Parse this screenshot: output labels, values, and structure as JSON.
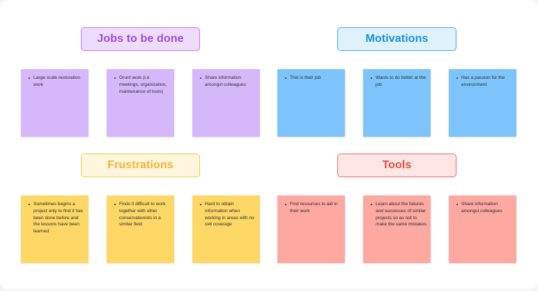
{
  "sections": {
    "jobs": {
      "title": "Jobs to be done",
      "color": "#9d4ee0",
      "notes": [
        "Large scale restoration work",
        "Grunt work (i.e. meetings, organization, maintenance of tools)",
        "Share information amongst colleagues"
      ]
    },
    "motivations": {
      "title": "Motivations",
      "color": "#1a8fe0",
      "notes": [
        "This is their job",
        "Wants to do better at the job",
        "Has a passion for the environment"
      ]
    },
    "frustrations": {
      "title": "Frustrations",
      "color": "#f0b62c",
      "notes": [
        "Sometimes begins a project only to find it has been done before and the lessons have been learned",
        "Finds it difficult to work together with other conservationists in a similar field",
        "Hard to obtain information when working in areas with no cell coverage"
      ]
    },
    "tools": {
      "title": "Tools",
      "color": "#e94c3f",
      "notes": [
        "Find resources to aid in their work",
        "Learn about the failures and successes of similar projects so as not to make the same mistakes",
        "Share information amongst colleagues"
      ]
    }
  },
  "note_colors": {
    "purple": "#d5b8fa",
    "blue": "#7cc4fb",
    "yellow": "#fdd866",
    "red": "#fda9a1"
  }
}
